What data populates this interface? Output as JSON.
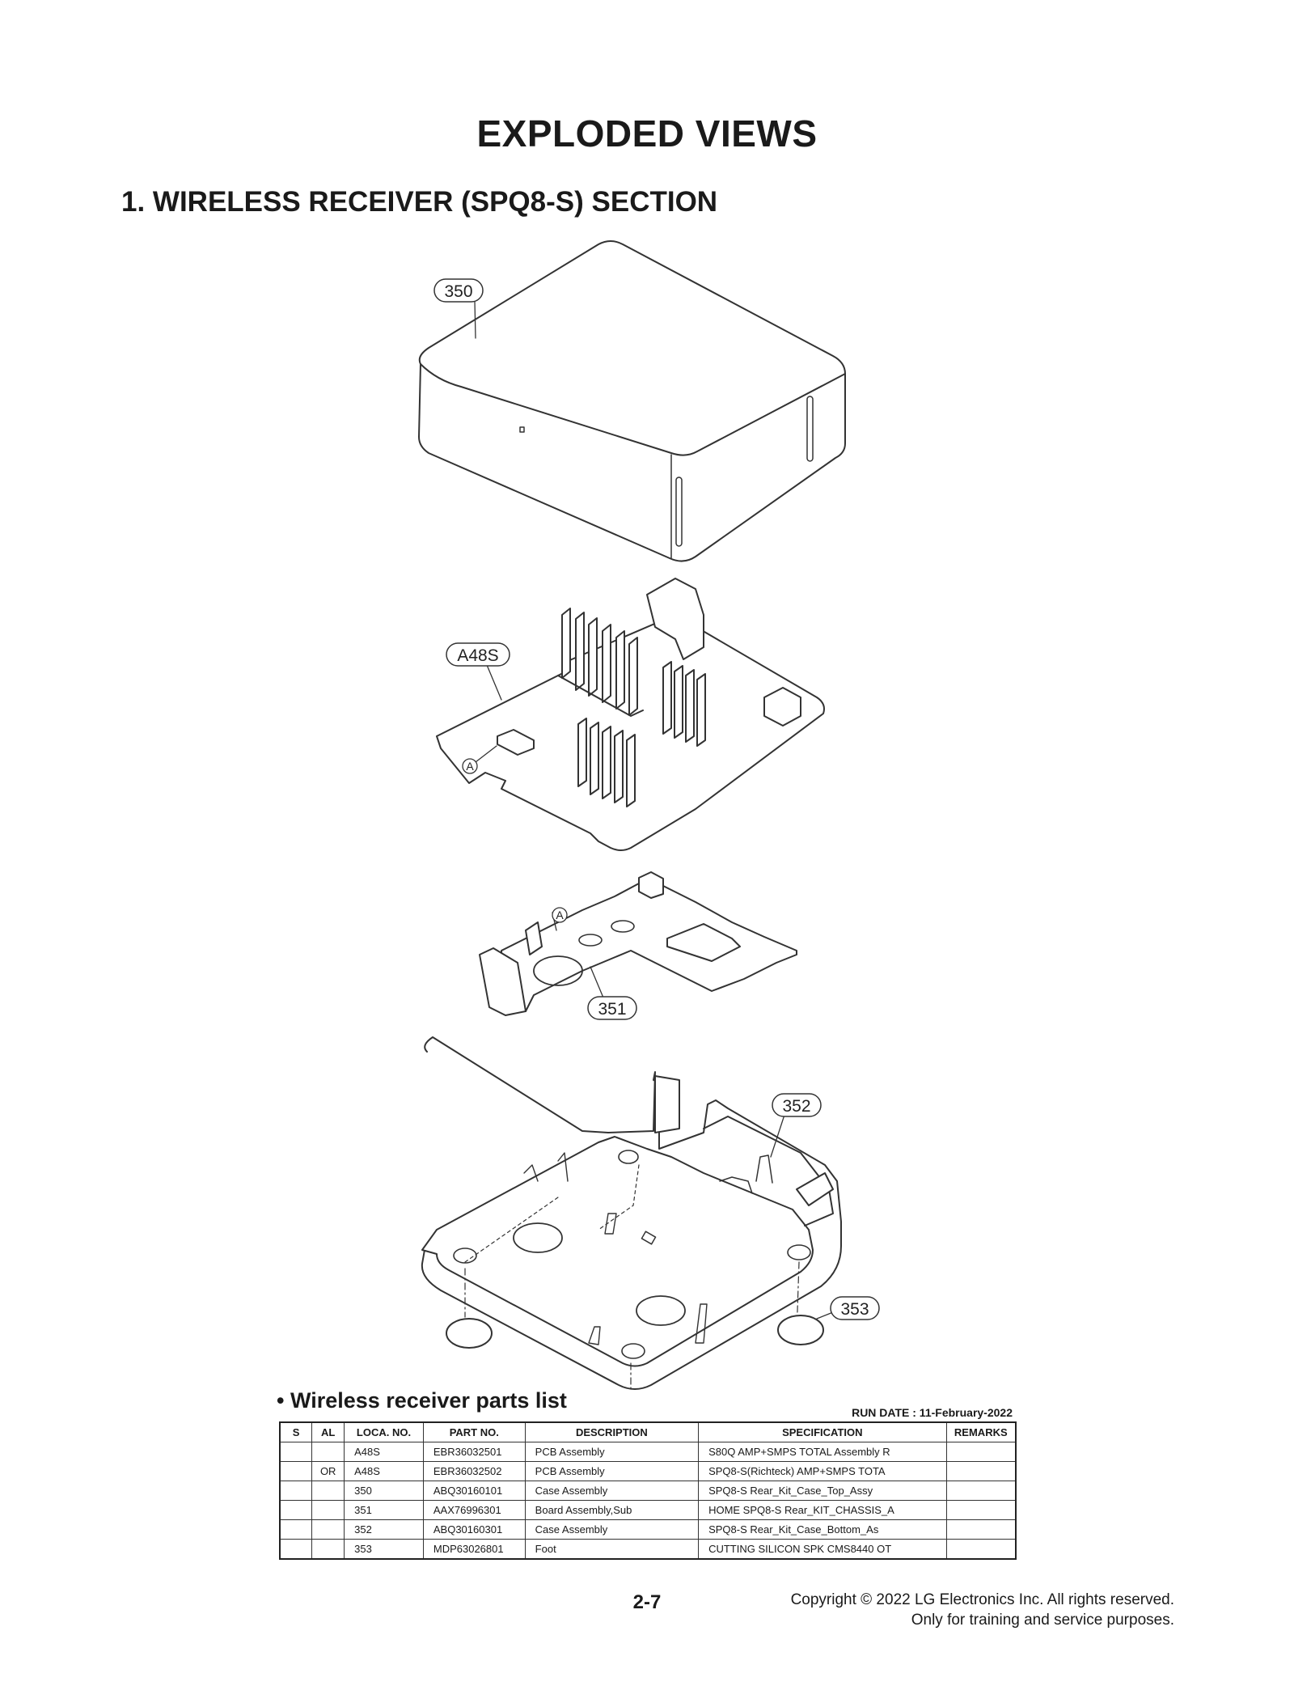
{
  "page_title": "EXPLODED VIEWS",
  "section_title": "1. WIRELESS RECEIVER (SPQ8-S) SECTION",
  "callouts": {
    "c350": "350",
    "cA48S": "A48S",
    "cA1": "A",
    "cA2": "A",
    "c351": "351",
    "c352": "352",
    "c353": "353"
  },
  "parts_list": {
    "heading": "• Wireless receiver parts list",
    "run_date": "RUN DATE : 11-February-2022",
    "columns": [
      "S",
      "AL",
      "LOCA. NO.",
      "PART NO.",
      "DESCRIPTION",
      "SPECIFICATION",
      "REMARKS"
    ],
    "rows": [
      [
        "",
        "",
        "A48S",
        "EBR36032501",
        "PCB Assembly",
        "S80Q AMP+SMPS TOTAL Assembly R",
        ""
      ],
      [
        "",
        "OR",
        "A48S",
        "EBR36032502",
        "PCB Assembly",
        "SPQ8-S(Richteck) AMP+SMPS TOTA",
        ""
      ],
      [
        "",
        "",
        "350",
        "ABQ30160101",
        "Case Assembly",
        "SPQ8-S Rear_Kit_Case_Top_Assy",
        ""
      ],
      [
        "",
        "",
        "351",
        "AAX76996301",
        "Board Assembly,Sub",
        "HOME SPQ8-S Rear_KIT_CHASSIS_A",
        ""
      ],
      [
        "",
        "",
        "352",
        "ABQ30160301",
        "Case Assembly",
        "SPQ8-S Rear_Kit_Case_Bottom_As",
        ""
      ],
      [
        "",
        "",
        "353",
        "MDP63026801",
        "Foot",
        "CUTTING SILICON SPK CMS8440 OT",
        ""
      ]
    ]
  },
  "footer": {
    "page_number": "2-7",
    "copyright_line1": "Copyright © 2022 LG Electronics Inc. All rights reserved.",
    "copyright_line2": "Only for training and service purposes."
  }
}
